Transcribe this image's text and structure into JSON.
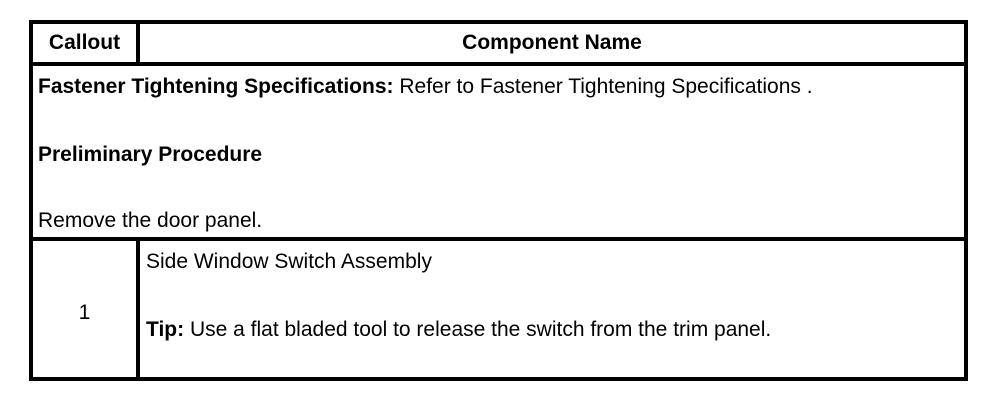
{
  "table": {
    "header": {
      "callout": "Callout",
      "component_name": "Component Name"
    },
    "info": {
      "fastener_label": "Fastener Tightening Specifications:",
      "fastener_text": " Refer to Fastener Tightening Specifications .",
      "preliminary_heading": "Preliminary Procedure",
      "preliminary_step": "Remove the door panel."
    },
    "rows": [
      {
        "callout": "1",
        "component": "Side Window Switch Assembly",
        "tip_label": "Tip:",
        "tip_text": " Use a flat bladed tool to release the switch from the trim panel."
      }
    ]
  }
}
